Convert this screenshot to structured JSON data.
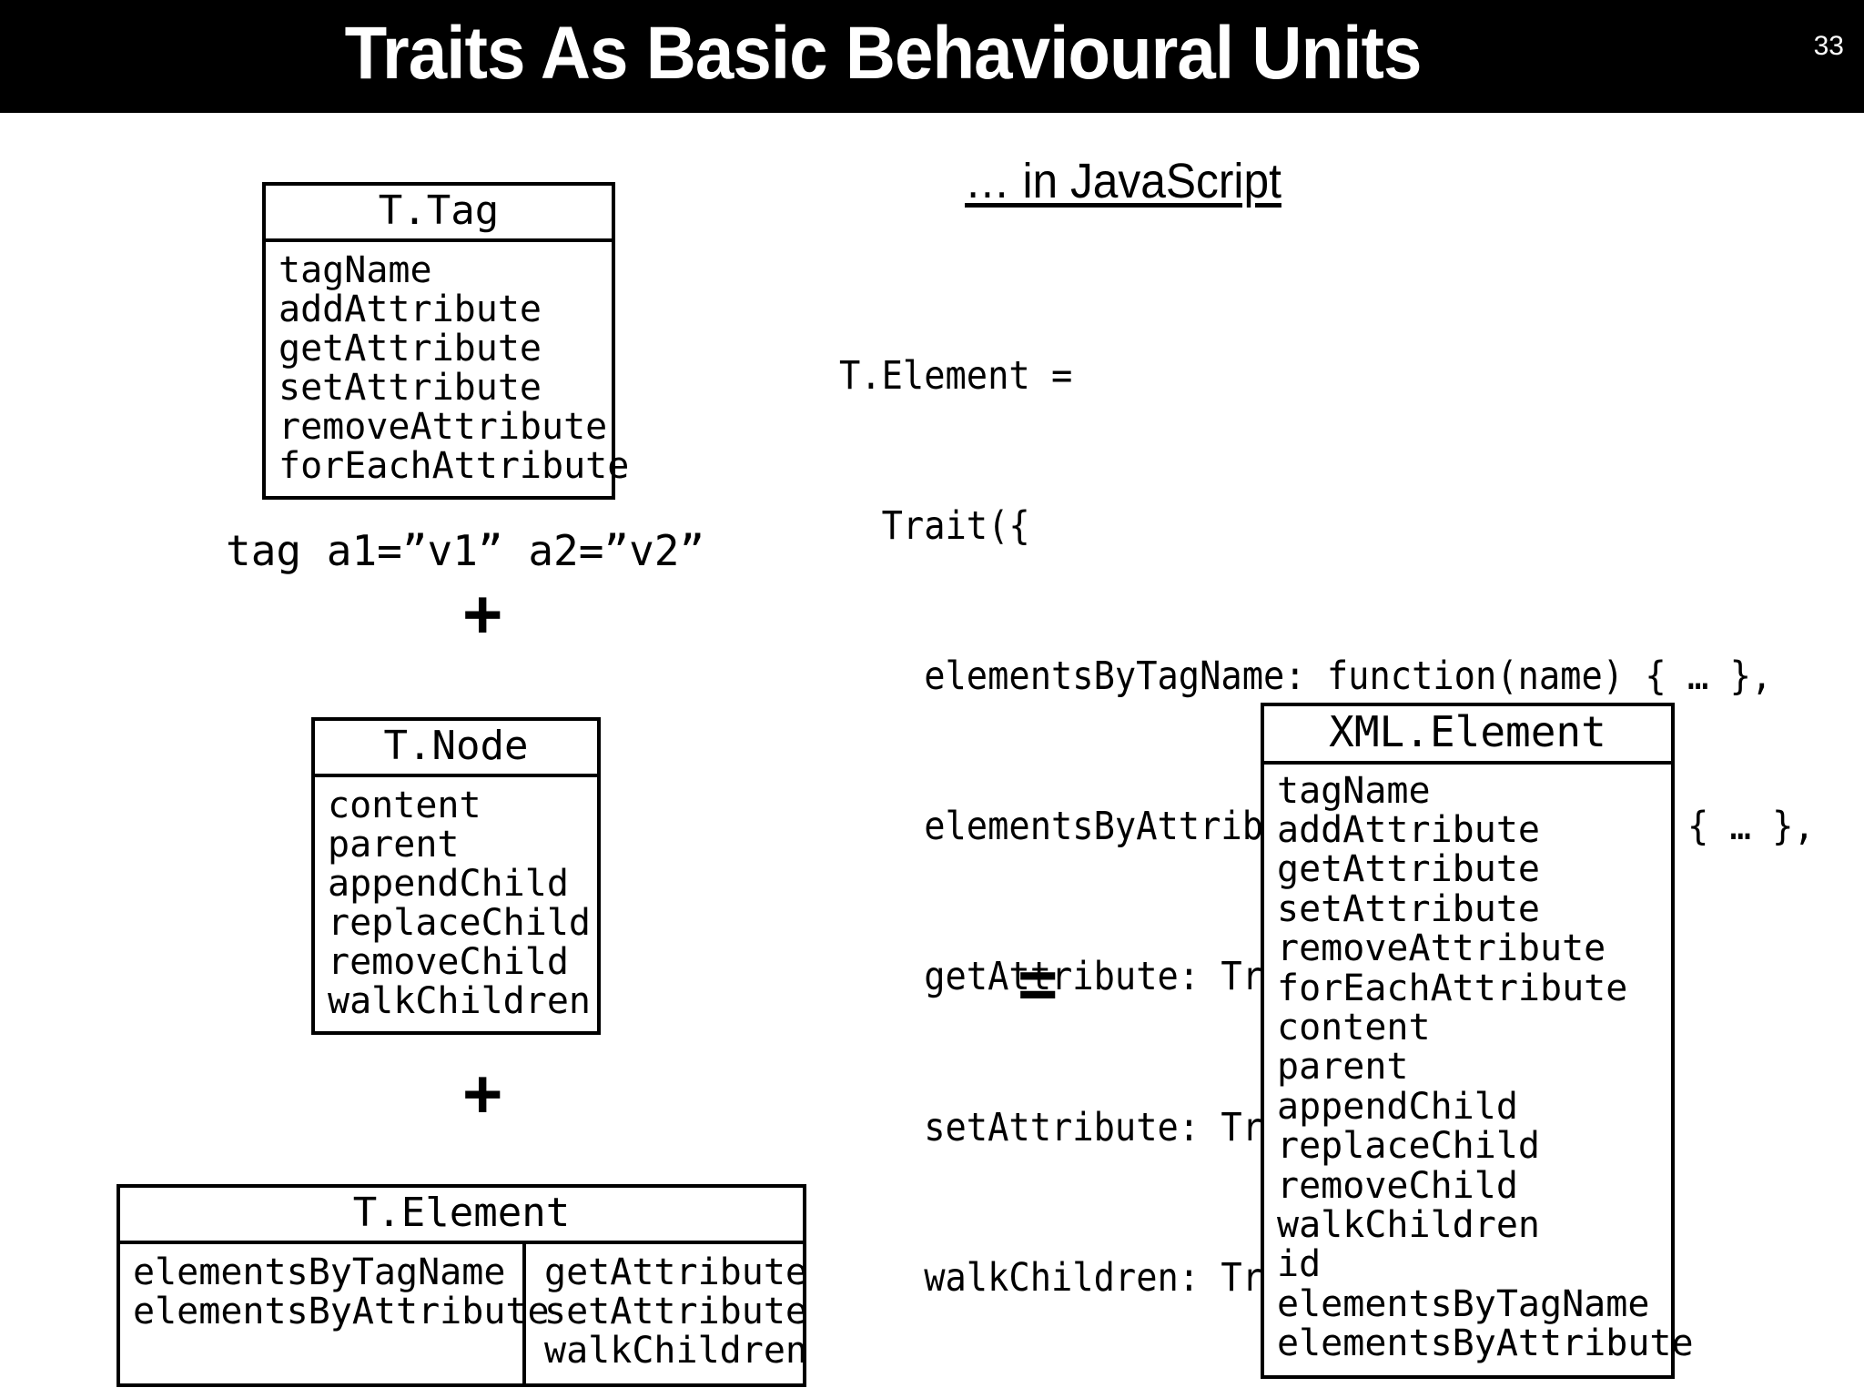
{
  "slide": {
    "title": "Traits As Basic Behavioural Units",
    "number": "33"
  },
  "left_column": {
    "tag_example": "tag a1=”v1” a2=”v2”",
    "plus_1": "+",
    "plus_2": "+",
    "boxes": [
      {
        "name": "T.Tag",
        "members": [
          "tagName",
          "addAttribute",
          "getAttribute",
          "setAttribute",
          "removeAttribute",
          "forEachAttribute"
        ]
      },
      {
        "name": "T.Node",
        "members": [
          "content",
          "parent",
          "appendChild",
          "replaceChild",
          "removeChild",
          "walkChildren"
        ]
      },
      {
        "name": "T.Element",
        "members_left": [
          "elementsByTagName",
          "elementsByAttribute"
        ],
        "members_right": [
          "getAttribute",
          "setAttribute",
          "walkChildren"
        ]
      }
    ]
  },
  "right_column": {
    "heading": "… in JavaScript",
    "code_lines": [
      "T.Element =",
      "  Trait({",
      "    elementsByTagName: function(name) { … },",
      "    elementsByAttribute: function(attr) { … },",
      "    getAttribute: Trait.required,",
      "    setAttribute: Trait.required,",
      "    walkChildren: Trait.required });"
    ],
    "equals": "=",
    "result_box": {
      "name": "XML.Element",
      "members": [
        "tagName",
        "addAttribute",
        "getAttribute",
        "setAttribute",
        "removeAttribute",
        "forEachAttribute",
        "content",
        "parent",
        "appendChild",
        "replaceChild",
        "removeChild",
        "walkChildren",
        "id",
        "elementsByTagName",
        "elementsByAttribute"
      ]
    }
  },
  "colors": {
    "title_bar_background": "#000000",
    "title_text": "#ffffff",
    "page_background": "#ffffff",
    "ink": "#000000"
  }
}
